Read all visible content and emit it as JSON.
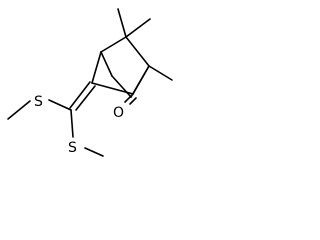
{
  "structure": {
    "atoms": {
      "sulfur_upper": "S",
      "sulfur_lower": "S",
      "oxygen": "O"
    }
  }
}
